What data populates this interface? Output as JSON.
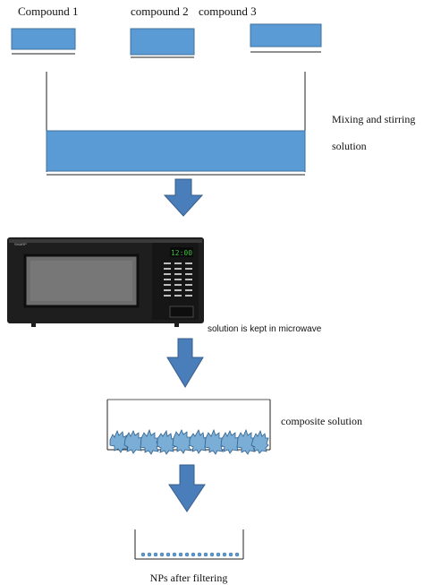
{
  "compounds": [
    {
      "label": "Compound 1"
    },
    {
      "label": "compound 2"
    },
    {
      "label": "compound 3"
    }
  ],
  "steps": {
    "mixing_line1": "Mixing and stirring",
    "mixing_line2": "solution",
    "microwave": "solution is kept in microwave",
    "composite": "composite solution",
    "filtering": "NPs after filtering"
  },
  "microwave_display": "12:00",
  "colors": {
    "solution_fill": "#5b9bd5",
    "solution_stroke": "#41719c",
    "arrow_fill": "#4a7ebb",
    "arrow_stroke": "#385d8a",
    "particle_fill": "#7aaed6",
    "microwave_body": "#1e1e1e",
    "microwave_display": "#3fbf3f"
  }
}
